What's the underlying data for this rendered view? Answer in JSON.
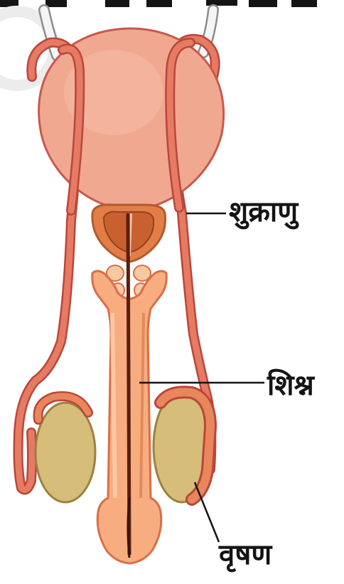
{
  "labels": {
    "sperm": "शुक्राणु",
    "penis": "शिश्न",
    "testis": "वृषण"
  },
  "colors": {
    "bladder": "#f0a891",
    "bladder_outline": "#c8594d",
    "duct": "#e67a62",
    "duct_outline": "#b8473c",
    "penis": "#f7ad7f",
    "penis_outline": "#d96e46",
    "testis": "#d6bd79",
    "testis_outline": "#9c8140",
    "epididymis": "#e9865b",
    "urethra": "#5a1d10",
    "prostate": "#e37d46",
    "leader": "#141414"
  }
}
